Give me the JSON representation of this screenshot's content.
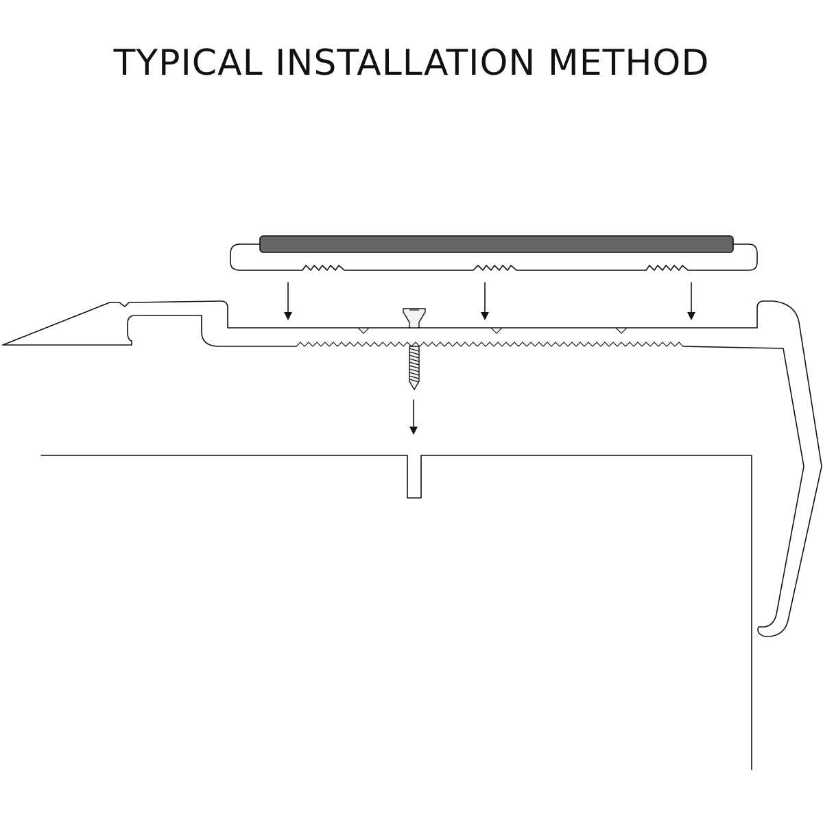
{
  "title": "TYPICAL INSTALLATION METHOD",
  "colors": {
    "stroke": "#111111",
    "insert_fill": "#666666",
    "screw_fill": "#f2f2f2",
    "background": "#ffffff"
  },
  "components": {
    "anti_slip_insert": "insert-strip",
    "carrier_profile": "stair-nosing-profile",
    "fixing": "countersunk-screw",
    "substrate": "stair-tread"
  }
}
